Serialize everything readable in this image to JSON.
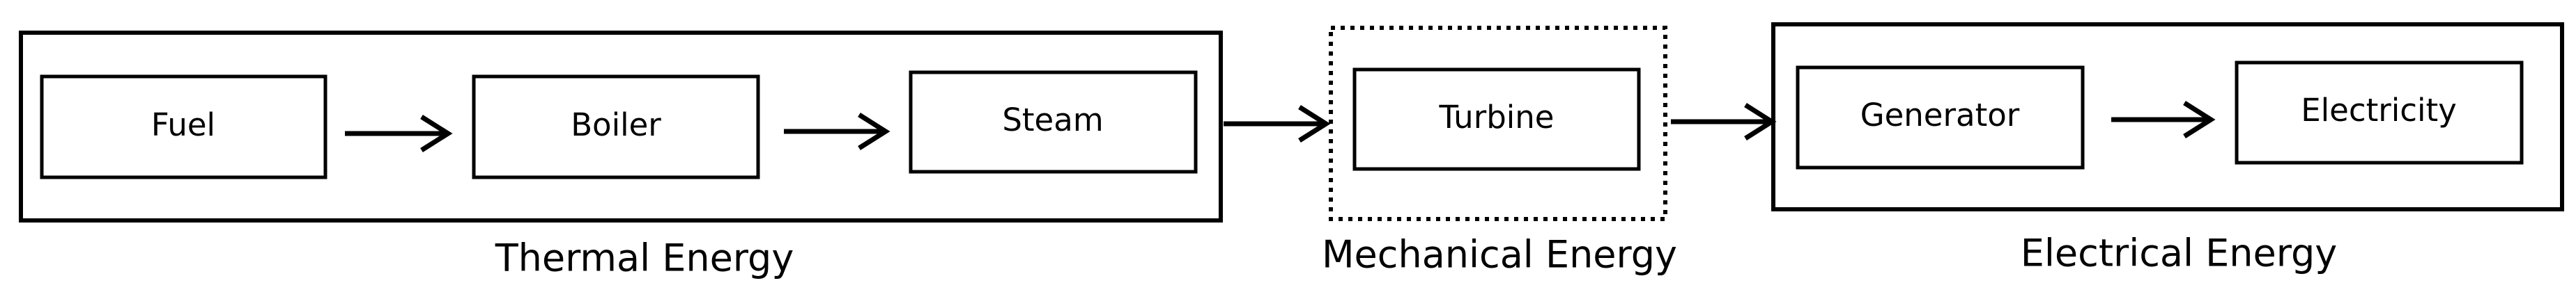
{
  "diagram": {
    "groups": [
      {
        "id": "thermal",
        "label": "Thermal Energy",
        "border": "solid"
      },
      {
        "id": "mechanical",
        "label": "Mechanical Energy",
        "border": "dotted"
      },
      {
        "id": "electrical",
        "label": "Electrical Energy",
        "border": "solid"
      }
    ],
    "nodes": [
      {
        "id": "fuel",
        "label": "Fuel",
        "group": "thermal"
      },
      {
        "id": "boiler",
        "label": "Boiler",
        "group": "thermal"
      },
      {
        "id": "steam",
        "label": "Steam",
        "group": "thermal"
      },
      {
        "id": "turbine",
        "label": "Turbine",
        "group": "mechanical"
      },
      {
        "id": "generator",
        "label": "Generator",
        "group": "electrical"
      },
      {
        "id": "electricity",
        "label": "Electricity",
        "group": "electrical"
      }
    ],
    "edges": [
      {
        "from": "fuel",
        "to": "boiler"
      },
      {
        "from": "boiler",
        "to": "steam"
      },
      {
        "from": "thermal",
        "to": "turbine"
      },
      {
        "from": "turbine",
        "to": "electrical"
      },
      {
        "from": "generator",
        "to": "electricity"
      }
    ],
    "colors": {
      "stroke": "#000000",
      "background": "#ffffff"
    }
  }
}
